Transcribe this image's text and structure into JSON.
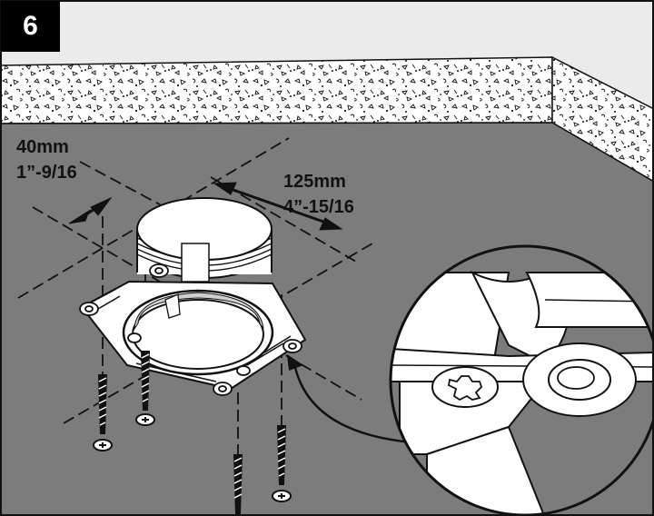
{
  "step": {
    "number": "6"
  },
  "dimensions": {
    "spacing": {
      "metric": "40mm",
      "imperial": "1”-9/16"
    },
    "width": {
      "metric": "125mm",
      "imperial": "4”-15/16"
    }
  },
  "colors": {
    "panel_bg": "#ebebeb",
    "ceiling": "#7c7c7c",
    "concrete": "#ffffff",
    "line": "#111111",
    "housing": "#ffffff",
    "badge_bg": "#000000"
  }
}
